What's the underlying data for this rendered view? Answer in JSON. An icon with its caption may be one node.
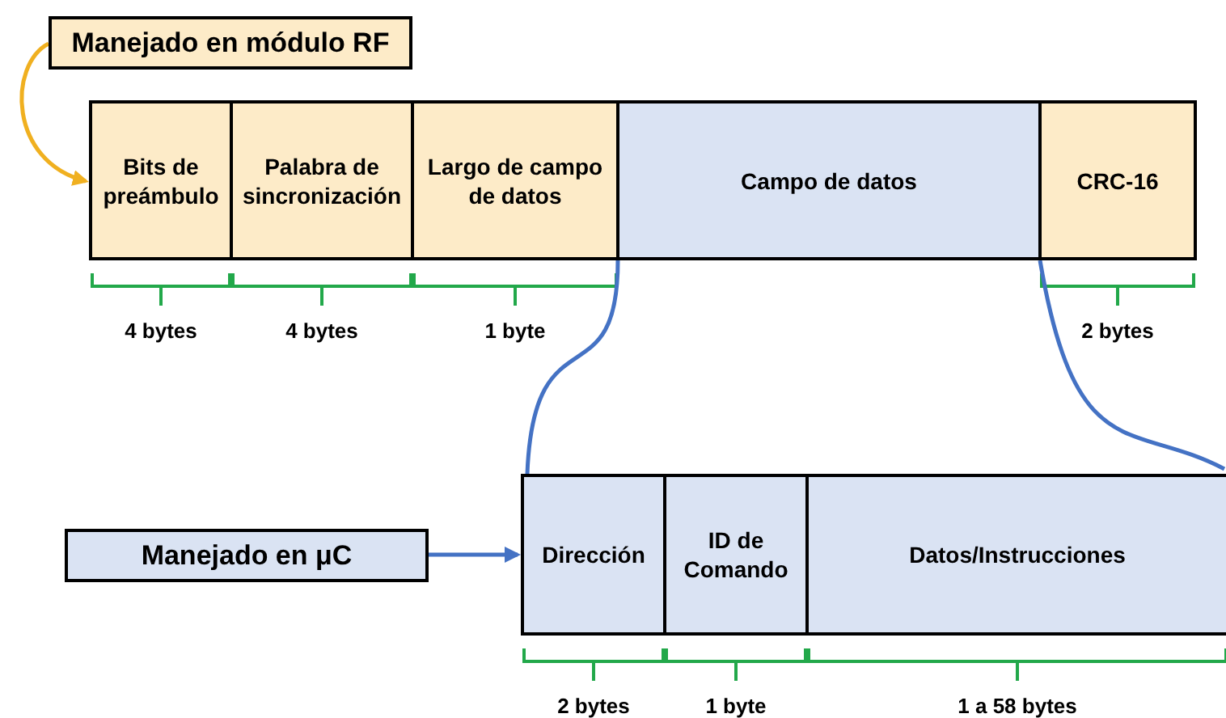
{
  "diagram": {
    "nodes": [
      {
        "text": [
          "Manejado en módulo RF"
        ]
      },
      {
        "text": [
          "Bits de preámbulo"
        ],
        "beside": [
          "4 bytes"
        ]
      },
      {
        "text": [
          "Palabra de sincronización"
        ],
        "beside": [
          "4 bytes"
        ]
      },
      {
        "text": [
          "Largo de campo de datos"
        ],
        "beside": [
          "1 byte"
        ]
      },
      {
        "text": [
          "Campo de datos"
        ]
      },
      {
        "text": [
          "CRC-16"
        ],
        "beside": [
          "2 bytes"
        ]
      },
      {
        "text": [
          "Manejado en μC"
        ]
      },
      {
        "text": [
          "Dirección"
        ],
        "beside": [
          "2 bytes"
        ]
      },
      {
        "text": [
          "ID de Comando"
        ],
        "beside": [
          "1 byte"
        ]
      },
      {
        "text": [
          "Datos/Instrucciones"
        ],
        "beside": [
          "1 a 58 bytes"
        ]
      }
    ],
    "edges": [
      {
        "from": 0,
        "to": 1,
        "arrow": "to",
        "color": "#f0b020"
      },
      {
        "from": 4,
        "to": 7,
        "arrow": "none"
      },
      {
        "from": 4,
        "to": 9,
        "arrow": "none"
      },
      {
        "from": 6,
        "to": 7,
        "arrow": "to"
      }
    ]
  }
}
